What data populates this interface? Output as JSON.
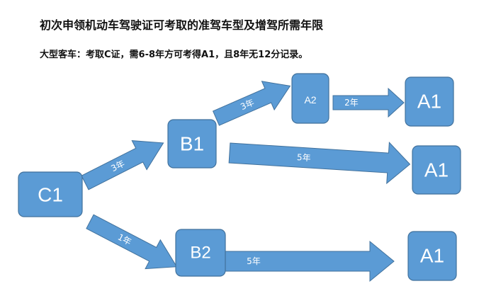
{
  "page": {
    "title": "初次申领机动车驾驶证可考取的准驾车型及增驾所需年限",
    "subtitle": "大型客车：考取C证，需6-8年方可考得A1，且8年无12分记录。"
  },
  "nodes": {
    "c1": "C1",
    "b1": "B1",
    "b2": "B2",
    "a2": "A2",
    "a1_top": "A1",
    "a1_mid": "A1",
    "a1_bottom": "A1"
  },
  "edges": {
    "c1_b1": "3年",
    "c1_b2": "1年",
    "b1_a2": "3年",
    "a2_a1": "2年",
    "b1_a1": "5年",
    "b2_a1": "5年"
  },
  "colors": {
    "fill": "#5b9bd5",
    "stroke": "#41719c",
    "text": "#ffffff"
  }
}
